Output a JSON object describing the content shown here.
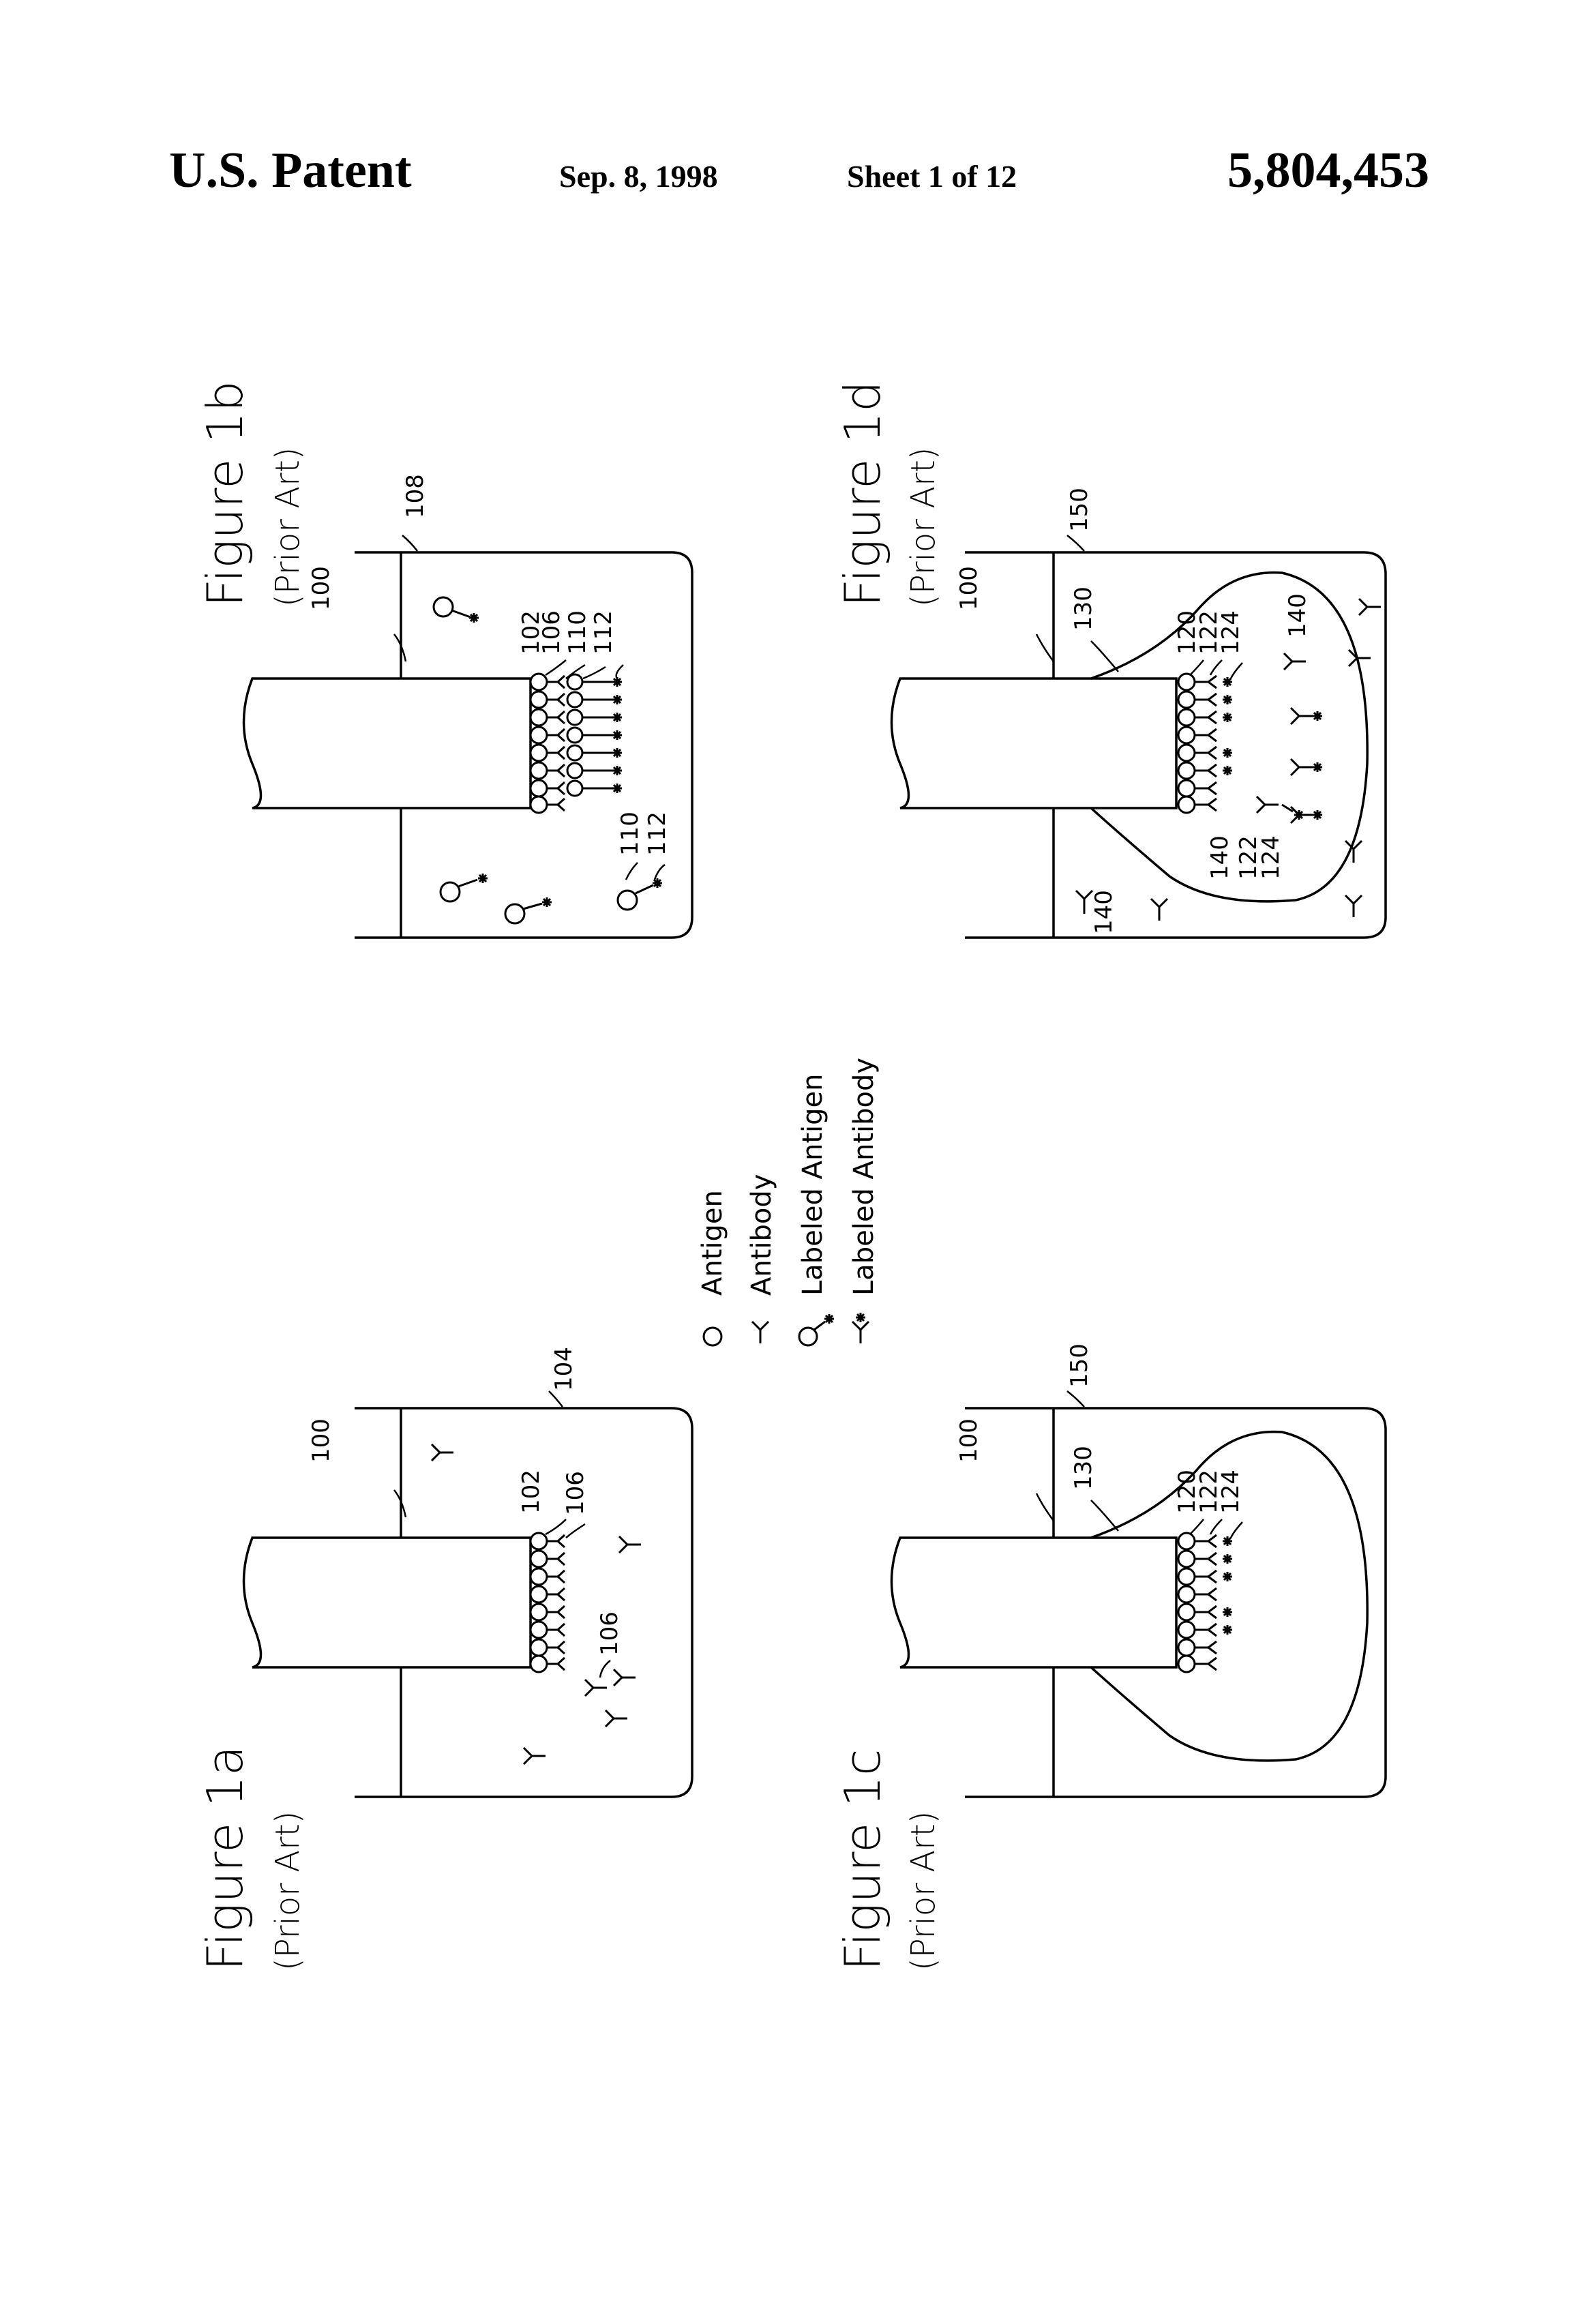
{
  "header": {
    "publisher": "U.S. Patent",
    "date": "Sep. 8, 1998",
    "sheet": "Sheet 1 of 12",
    "patent_number": "5,804,453"
  },
  "figures": {
    "fig_1a": {
      "title": "Figure 1a",
      "subtitle": "(Prior Art)",
      "refs": [
        "100",
        "102",
        "106",
        "104",
        "106"
      ]
    },
    "fig_1b": {
      "title": "Figure 1b",
      "subtitle": "(Prior Art)",
      "refs": [
        "100",
        "102",
        "106",
        "110",
        "112",
        "108",
        "110",
        "112"
      ]
    },
    "fig_1c": {
      "title": "Figure 1c",
      "subtitle": "(Prior Art)",
      "refs": [
        "100",
        "130",
        "120",
        "122",
        "124",
        "150"
      ]
    },
    "fig_1d": {
      "title": "Figure 1d",
      "subtitle": "(Prior Art)",
      "refs": [
        "100",
        "130",
        "120",
        "122",
        "124",
        "150",
        "140",
        "140",
        "140",
        "122",
        "124"
      ]
    }
  },
  "legend": {
    "items": [
      "Antigen",
      "Antibody",
      "Labeled Antigen",
      "Labeled Antibody"
    ]
  }
}
